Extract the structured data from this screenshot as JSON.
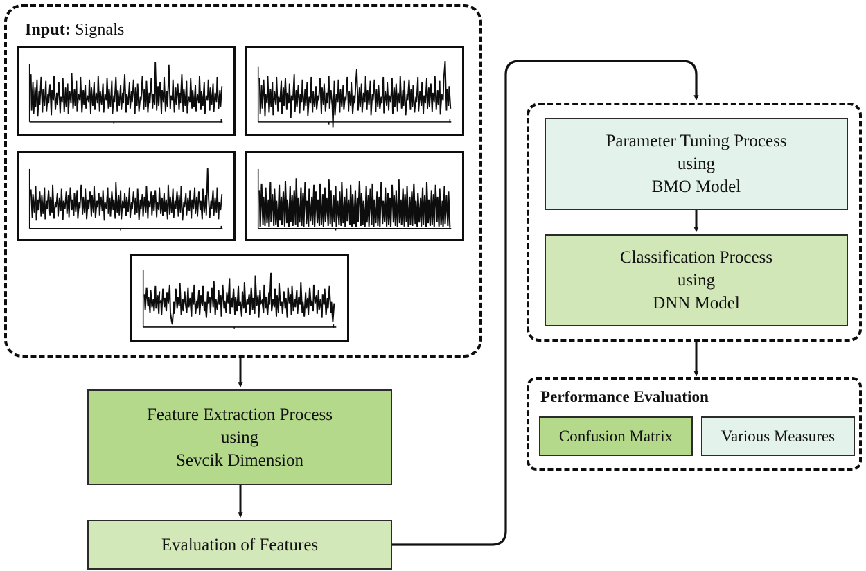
{
  "diagram": {
    "title": "BMO-DNN signal classification pipeline flowchart",
    "colors": {
      "green_medium": "#b4d98a",
      "green_light": "#d3e8b9",
      "mint": "#e4f2ec",
      "outline": "#2b2b2b",
      "dashed_border": "#0d0d0d",
      "background": "#ffffff"
    }
  },
  "input_group": {
    "title_bold": "Input:",
    "title_rest": " Signals",
    "panel_count": 5,
    "panels": [
      {
        "name": "signal-plot-1"
      },
      {
        "name": "signal-plot-2"
      },
      {
        "name": "signal-plot-3"
      },
      {
        "name": "signal-plot-4"
      },
      {
        "name": "signal-plot-5"
      }
    ]
  },
  "feature_box": {
    "line1": "Feature Extraction Process",
    "line2": "using",
    "line3": "Sevcik Dimension"
  },
  "evaluation_box": {
    "label": "Evaluation of Features"
  },
  "tuning_box": {
    "line1": "Parameter Tuning Process",
    "line2": "using",
    "line3": "BMO Model"
  },
  "classify_box": {
    "line1": "Classification Process",
    "line2": "using",
    "line3": "DNN Model"
  },
  "performance_group": {
    "title": "Performance Evaluation",
    "confusion_label": "Confusion Matrix",
    "measures_label": "Various Measures"
  },
  "connectors": [
    {
      "name": "arrow-input-to-feature",
      "from": "input-group",
      "to": "feature-box"
    },
    {
      "name": "arrow-feature-to-evaluation",
      "from": "feature-box",
      "to": "evaluation-box"
    },
    {
      "name": "path-evaluation-to-model-group",
      "from": "evaluation-box",
      "to": "model-group"
    },
    {
      "name": "arrow-tuning-to-classify",
      "from": "tuning-box",
      "to": "classify-box"
    },
    {
      "name": "arrow-model-to-performance",
      "from": "model-group",
      "to": "perf-group"
    }
  ]
}
